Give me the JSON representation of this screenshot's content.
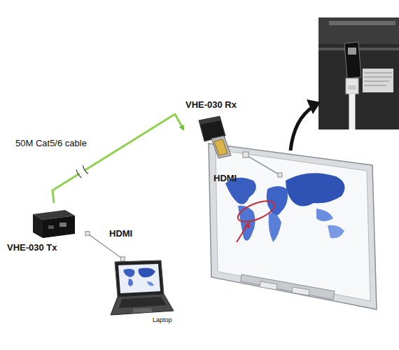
{
  "diagram": {
    "nodes": [
      {
        "text": [
          "VHE-030 Rx"
        ]
      },
      {
        "text": [
          "VHE-030 Tx"
        ]
      },
      {
        "text": [
          "Laptop"
        ]
      }
    ],
    "edges": [
      {
        "from": 1,
        "to": 0,
        "arrow": "to",
        "label": "50M Cat5/6 cable"
      },
      {
        "from": 2,
        "to": 1,
        "arrow": "none",
        "label": "HDMI"
      }
    ],
    "labels": [
      "HDMI"
    ]
  }
}
